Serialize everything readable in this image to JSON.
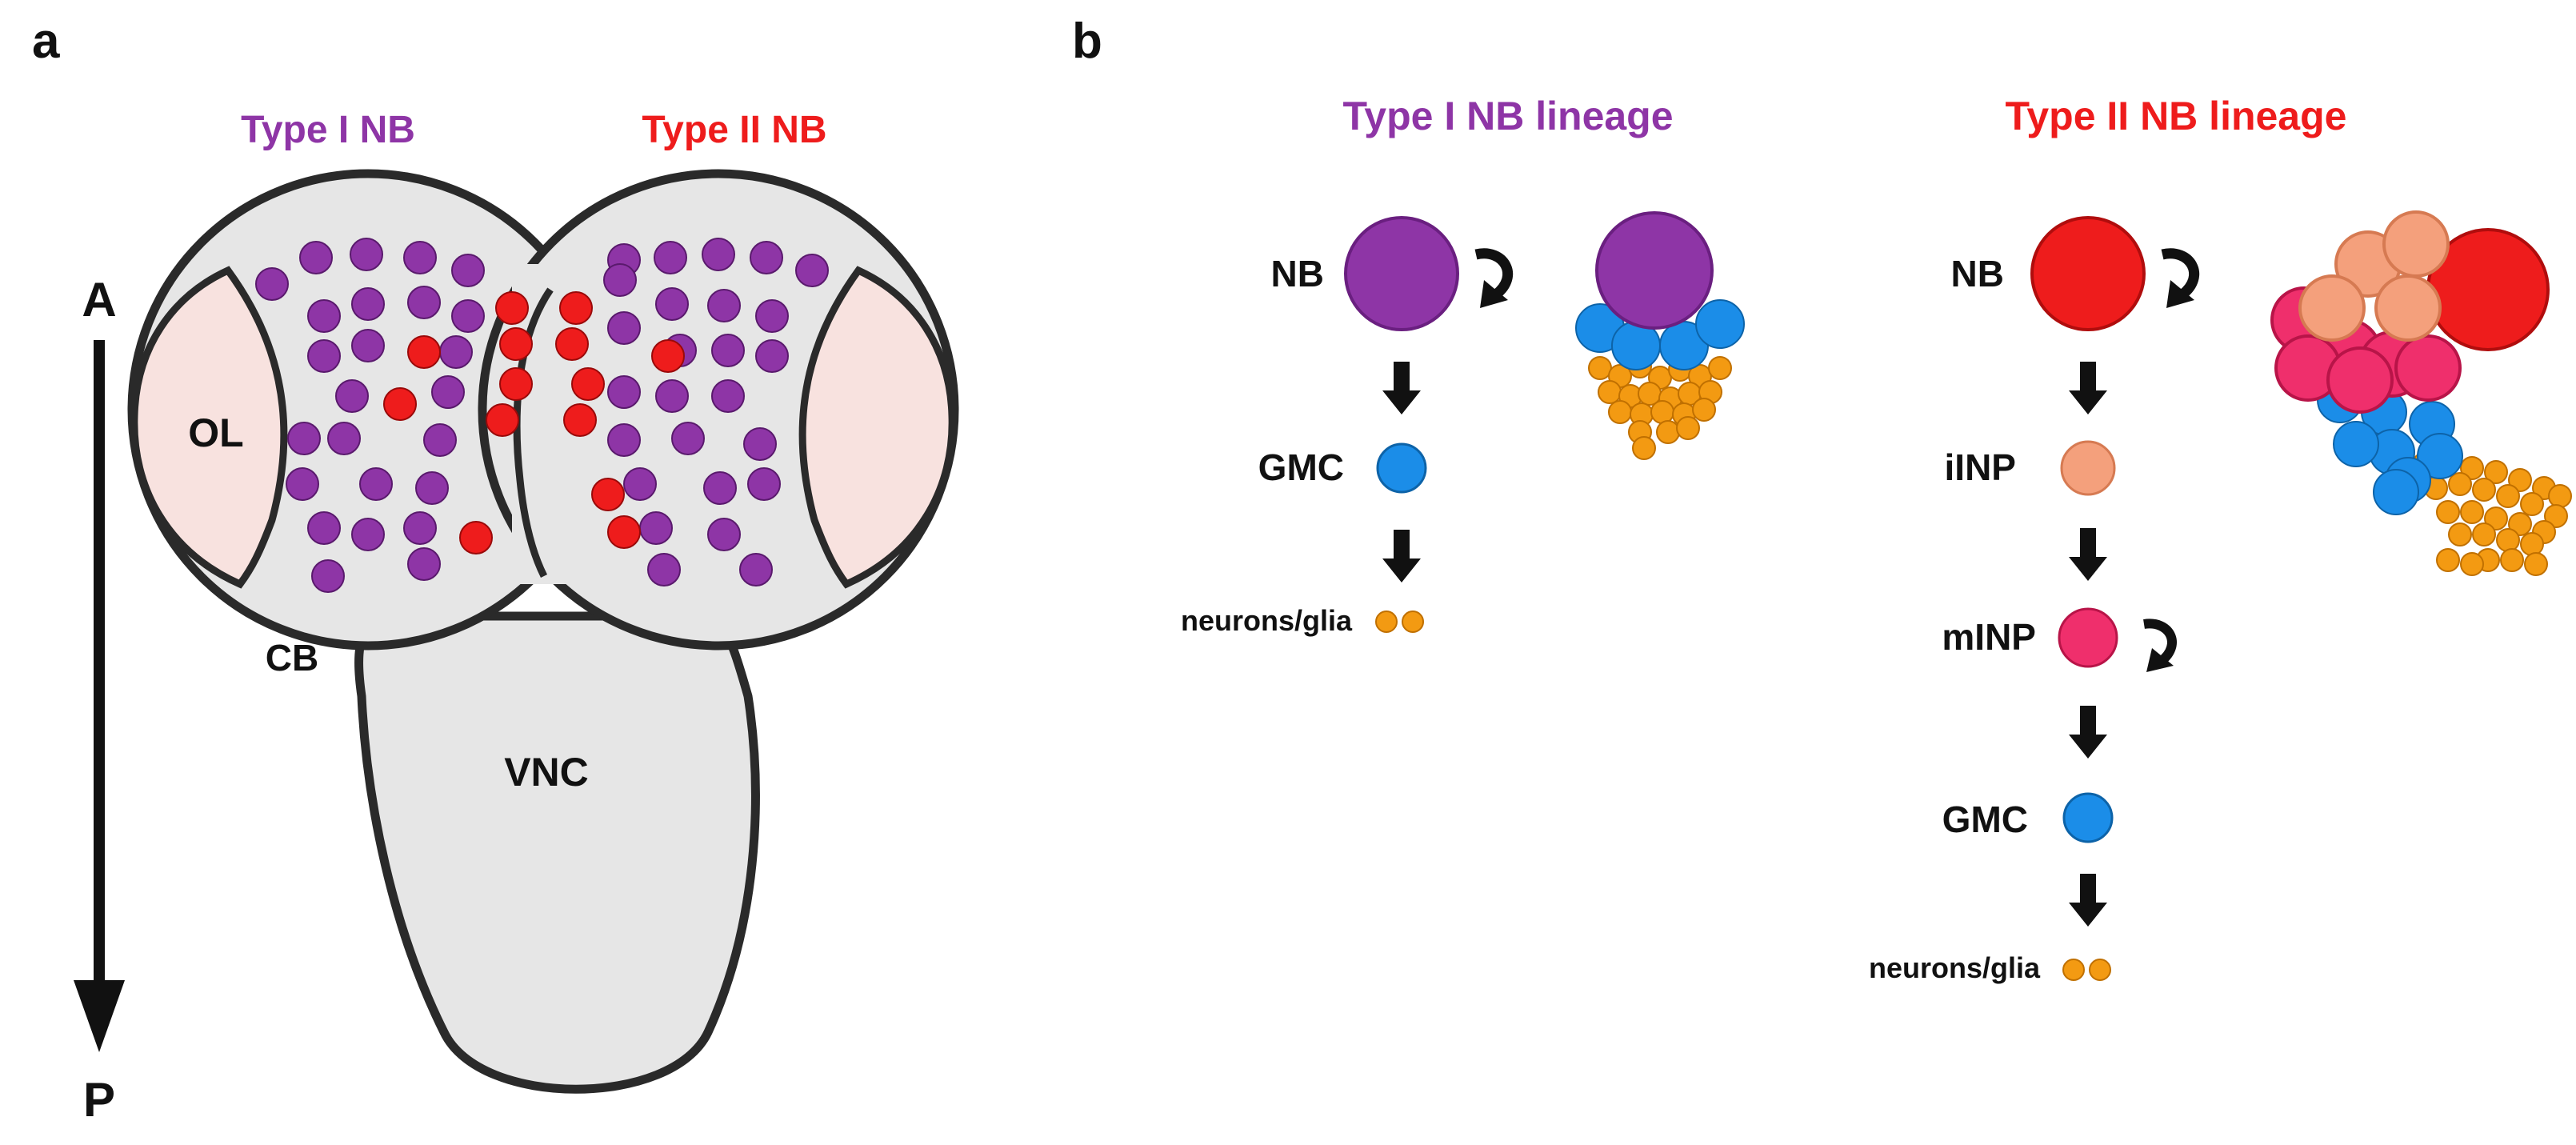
{
  "panel_a": {
    "letter": "a",
    "typeI_label": "Type I NB",
    "typeII_label": "Type II NB",
    "axis_anterior": "A",
    "axis_posterior": "P",
    "ol_label": "OL",
    "cb_label": "CB",
    "vnc_label": "VNC"
  },
  "panel_b": {
    "letter": "b",
    "typeI": {
      "title": "Type I NB lineage",
      "steps": [
        "NB",
        "GMC",
        "neurons/glia"
      ]
    },
    "typeII": {
      "title": "Type II NB lineage",
      "steps": [
        "NB",
        "iINP",
        "mINP",
        "GMC",
        "neurons/glia"
      ]
    }
  },
  "colors": {
    "type1_nb": "#8e35a6",
    "type2_nb": "#ee1c1c",
    "gmc": "#1b8de8",
    "neuron": "#f39a12",
    "iinp": "#f4a07c",
    "minp": "#ef2f6c",
    "ol_fill": "#f8e2df",
    "brain_fill": "#e6e6e6",
    "outline": "#2a2a2a",
    "arrow": "#111111"
  }
}
